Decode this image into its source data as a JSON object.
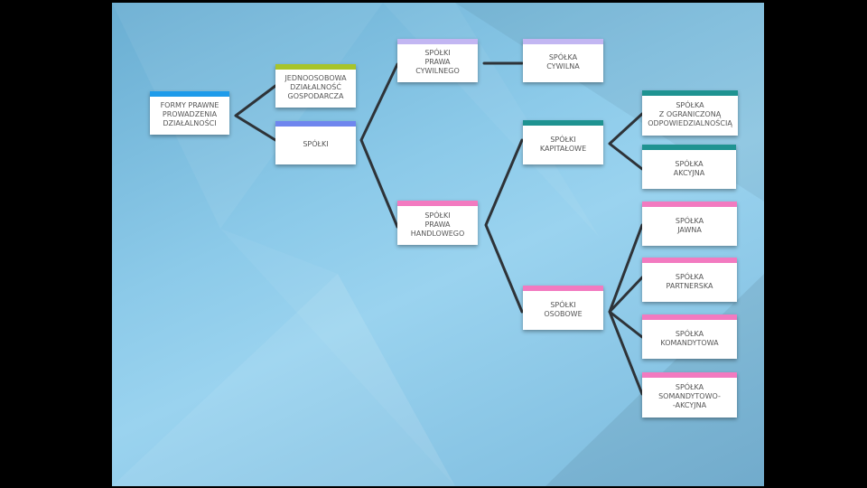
{
  "colors": {
    "blue": "#1e9bea",
    "green": "#a7c42a",
    "periwinkle": "#6f86ee",
    "lavender": "#c2b6f2",
    "teal": "#1f9391",
    "pink": "#f27ac0",
    "connector": "#2e3338"
  },
  "nodes": {
    "root": {
      "lines": [
        "FORMY PRAWNE",
        "PROWADZENIA",
        "DZIAŁALNOŚCI"
      ],
      "accent": "#1e9bea"
    },
    "jdg": {
      "lines": [
        "JEDNOOSOBOWA",
        "DZIAŁALNOŚĆ",
        "GOSPODARCZA"
      ],
      "accent": "#a7c42a"
    },
    "spolki": {
      "lines": [
        "SPÓŁKI"
      ],
      "accent": "#6f86ee"
    },
    "prawa_cywilnego": {
      "lines": [
        "SPÓŁKI",
        "PRAWA",
        "CYWILNEGO"
      ],
      "accent": "#c2b6f2"
    },
    "cywilna": {
      "lines": [
        "SPÓŁKA",
        "CYWILNA"
      ],
      "accent": "#c2b6f2"
    },
    "prawa_handlowego": {
      "lines": [
        "SPÓŁKI",
        "PRAWA",
        "HANDLOWEGO"
      ],
      "accent": "#f27ac0"
    },
    "kapitalowe": {
      "lines": [
        "SPÓŁKI",
        "KAPITAŁOWE"
      ],
      "accent": "#1f9391"
    },
    "zoo": {
      "lines": [
        "SPÓŁKA",
        "Z OGRANICZONĄ",
        "ODPOWIEDZIALNOŚCIĄ"
      ],
      "accent": "#1f9391"
    },
    "akcyjna": {
      "lines": [
        "SPÓŁKA",
        "AKCYJNA"
      ],
      "accent": "#1f9391"
    },
    "osobowe": {
      "lines": [
        "SPÓŁKI",
        "OSOBOWE"
      ],
      "accent": "#f27ac0"
    },
    "jawna": {
      "lines": [
        "SPÓŁKA",
        "JAWNA"
      ],
      "accent": "#f27ac0"
    },
    "partnerska": {
      "lines": [
        "SPÓŁKA",
        "PARTNERSKA"
      ],
      "accent": "#f27ac0"
    },
    "komandytowa": {
      "lines": [
        "SPÓŁKA",
        "KOMANDYTOWA"
      ],
      "accent": "#f27ac0"
    },
    "ska": {
      "lines": [
        "SPÓŁKA",
        "SOMANDYTOWO-",
        "-AKCYJNA"
      ],
      "accent": "#f27ac0"
    }
  }
}
